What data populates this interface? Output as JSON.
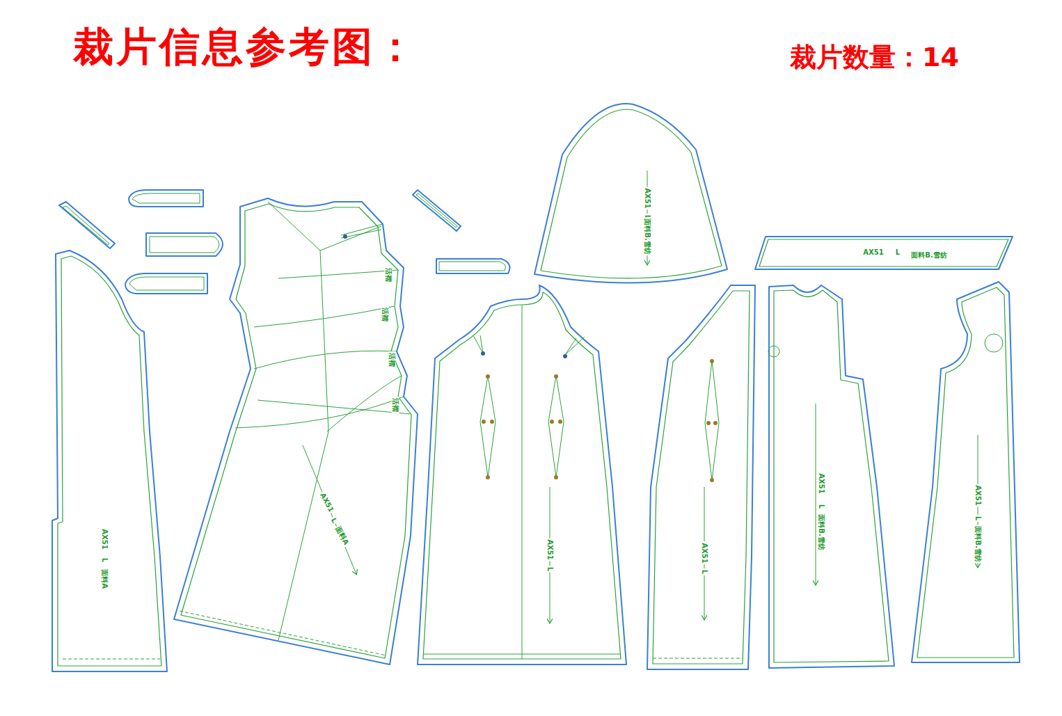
{
  "diagram": {
    "title": "裁片信息参考图：",
    "labels": [
      "裁片数量：14",
      "AX51",
      "L",
      "面料A",
      "AX51",
      "L",
      "面料A",
      "AX51",
      "L",
      "AX51",
      "L",
      "AX51",
      "L",
      "面料B.雪纺",
      "AX51",
      "L",
      "面料B.雪纺",
      "AX51",
      "L",
      "面料B.雪纺",
      "AX51",
      "L",
      "面料B.雪纺",
      "活褶",
      "活褶",
      "活褶",
      "活褶"
    ]
  }
}
